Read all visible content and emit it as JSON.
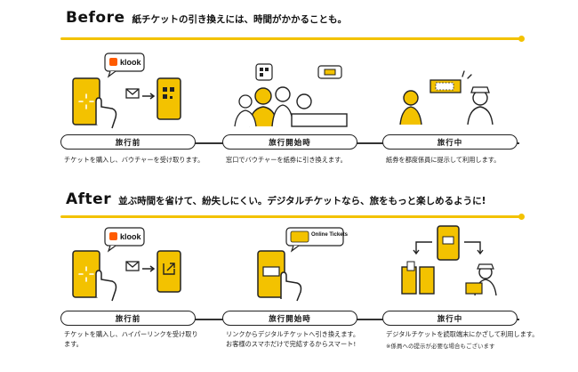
{
  "colors": {
    "accent": "#f3c200",
    "line": "#222222",
    "card": "#ffffff"
  },
  "before": {
    "title_en": "Before",
    "title_jp": "紙チケットの引き換えには、時間がかかることも。",
    "steps": [
      {
        "label": "旅行前",
        "desc": "チケットを購入し、バウチャーを受け取ります。"
      },
      {
        "label": "旅行開始時",
        "desc": "窓口でバウチャーを紙券に引き換えます。"
      },
      {
        "label": "旅行中",
        "desc": "紙券を都度係員に提示して利用します。"
      }
    ],
    "logo": "klook"
  },
  "after": {
    "title_en": "After",
    "title_jp": "並ぶ時間を省けて、紛失しにくい。デジタルチケットなら、旅をもっと楽しめるように!",
    "steps": [
      {
        "label": "旅行前",
        "desc_lines": [
          "チケットを購入し、ハイパーリンクを受け取り",
          "ます。"
        ]
      },
      {
        "label": "旅行開始時",
        "desc_lines": [
          "リンクからデジタルチケットへ引き換えます。",
          "お客様のスマホだけで完結するからスマート!"
        ]
      },
      {
        "label": "旅行中",
        "desc_lines": [
          "デジタルチケットを読取端末にかざして利用します。"
        ]
      }
    ],
    "note": "※係員への提示が必要な場合もございます",
    "logo": "klook",
    "online_label": "Online Tickets"
  }
}
